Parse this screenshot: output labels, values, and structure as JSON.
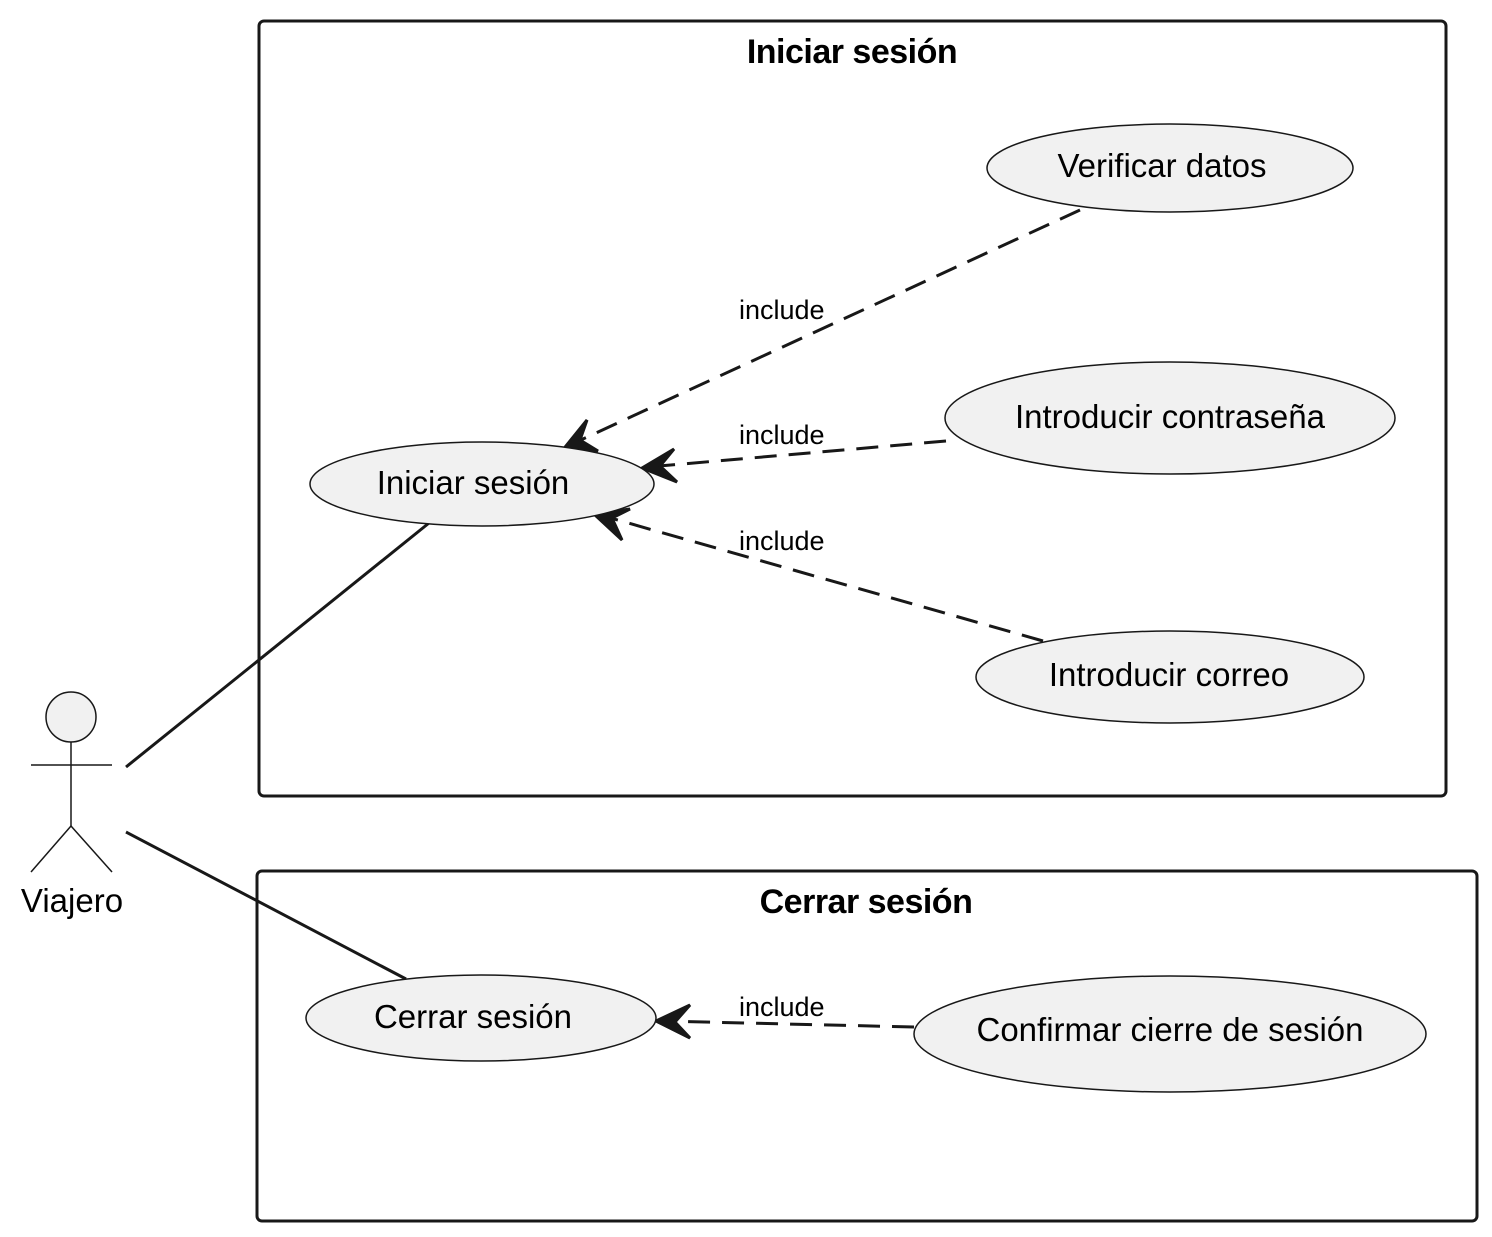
{
  "diagram": {
    "actor": {
      "name": "Viajero"
    },
    "boundaries": [
      {
        "title": "Iniciar sesión",
        "main_use_case": "Iniciar sesión",
        "included_use_cases": [
          "Verificar datos",
          "Introducir contraseña",
          "Introducir correo"
        ]
      },
      {
        "title": "Cerrar sesión",
        "main_use_case": "Cerrar sesión",
        "included_use_cases": [
          "Confirmar cierre de sesión"
        ]
      }
    ],
    "relationship_label": "include",
    "colors": {
      "use_case_fill": "#f1f1f1",
      "stroke": "#181818",
      "background": "#ffffff"
    }
  }
}
